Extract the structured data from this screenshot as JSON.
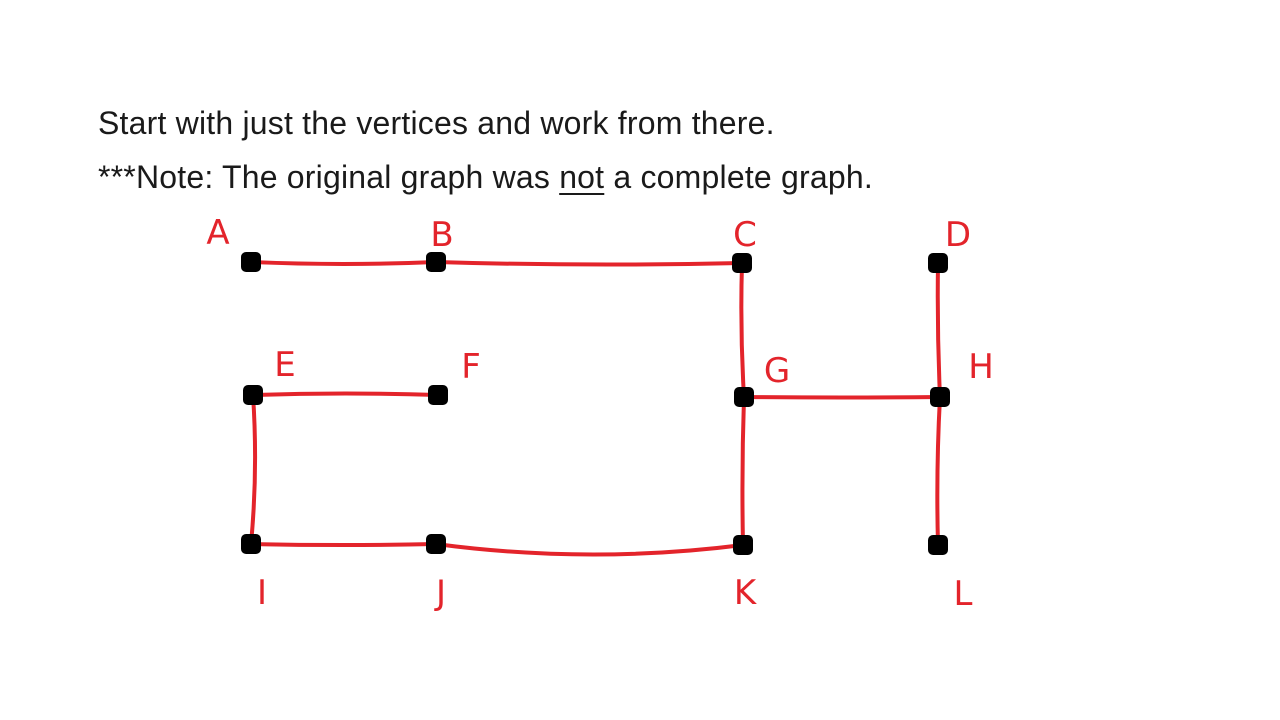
{
  "instructions": {
    "line1": "Start with just the vertices and work from there.",
    "line2_prefix": "***Note: The original graph was ",
    "line2_underlined": "not",
    "line2_suffix": " a complete graph."
  },
  "graph": {
    "vertex_labels": [
      "A",
      "B",
      "C",
      "D",
      "E",
      "F",
      "G",
      "H",
      "I",
      "J",
      "K",
      "L"
    ],
    "edges": [
      [
        "A",
        "B"
      ],
      [
        "B",
        "C"
      ],
      [
        "C",
        "G"
      ],
      [
        "D",
        "H"
      ],
      [
        "E",
        "F"
      ],
      [
        "E",
        "I"
      ],
      [
        "G",
        "H"
      ],
      [
        "G",
        "K"
      ],
      [
        "H",
        "L"
      ],
      [
        "I",
        "J"
      ],
      [
        "J",
        "K"
      ]
    ],
    "colors": {
      "vertex": "#000000",
      "edge": "#e3242b",
      "label": "#e3242b"
    }
  }
}
